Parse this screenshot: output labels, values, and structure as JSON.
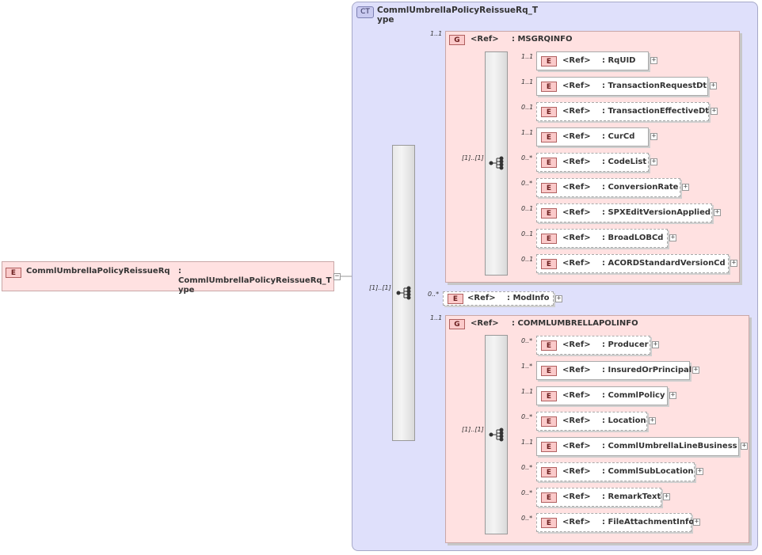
{
  "root": {
    "badge": "E",
    "name": "CommlUmbrellaPolicyReissueRq",
    "type_line1": ": CommlUmbrellaPolicyReissueRq_T",
    "type_line2": "ype",
    "expander": "−"
  },
  "complex_type": {
    "badge": "CT",
    "title_line1": "CommlUmbrellaPolicyReissueRq_T",
    "title_line2": "ype"
  },
  "outer_sequence": {
    "cardinality": "[1]..[1]"
  },
  "groups": [
    {
      "badge": "G",
      "ref": "<Ref>",
      "name": ": MSGRQINFO",
      "cardinality": "1..1",
      "sequence_cardinality": "[1]..[1]",
      "elements": [
        {
          "badge": "E",
          "ref": "<Ref>",
          "name": ": RqUID",
          "cardinality": "1..1",
          "optional": false,
          "expander": "+"
        },
        {
          "badge": "E",
          "ref": "<Ref>",
          "name": ": TransactionRequestDt",
          "cardinality": "1..1",
          "optional": false,
          "expander": "+"
        },
        {
          "badge": "E",
          "ref": "<Ref>",
          "name": ": TransactionEffectiveDt",
          "cardinality": "0..1",
          "optional": true,
          "expander": "+"
        },
        {
          "badge": "E",
          "ref": "<Ref>",
          "name": ": CurCd",
          "cardinality": "1..1",
          "optional": false,
          "expander": "+"
        },
        {
          "badge": "E",
          "ref": "<Ref>",
          "name": ": CodeList",
          "cardinality": "0..*",
          "optional": true,
          "expander": "+"
        },
        {
          "badge": "E",
          "ref": "<Ref>",
          "name": ": ConversionRate",
          "cardinality": "0..*",
          "optional": true,
          "expander": "+"
        },
        {
          "badge": "E",
          "ref": "<Ref>",
          "name": ": SPXEditVersionApplied",
          "cardinality": "0..1",
          "optional": true,
          "expander": "+"
        },
        {
          "badge": "E",
          "ref": "<Ref>",
          "name": ": BroadLOBCd",
          "cardinality": "0..1",
          "optional": true,
          "expander": "+"
        },
        {
          "badge": "E",
          "ref": "<Ref>",
          "name": ": ACORDStandardVersionCd",
          "cardinality": "0..1",
          "optional": true,
          "expander": "+"
        }
      ]
    },
    {
      "badge": "G",
      "ref": "<Ref>",
      "name": ": COMMLUMBRELLAPOLINFO",
      "cardinality": "1..1",
      "sequence_cardinality": "[1]..[1]",
      "elements": [
        {
          "badge": "E",
          "ref": "<Ref>",
          "name": ": Producer",
          "cardinality": "0..*",
          "optional": true,
          "expander": "+"
        },
        {
          "badge": "E",
          "ref": "<Ref>",
          "name": ": InsuredOrPrincipal",
          "cardinality": "1..*",
          "optional": false,
          "expander": "+"
        },
        {
          "badge": "E",
          "ref": "<Ref>",
          "name": ": CommlPolicy",
          "cardinality": "1..1",
          "optional": false,
          "expander": "+"
        },
        {
          "badge": "E",
          "ref": "<Ref>",
          "name": ": Location",
          "cardinality": "0..*",
          "optional": true,
          "expander": "+"
        },
        {
          "badge": "E",
          "ref": "<Ref>",
          "name": ": CommlUmbrellaLineBusiness",
          "cardinality": "1..1",
          "optional": false,
          "expander": "+"
        },
        {
          "badge": "E",
          "ref": "<Ref>",
          "name": ": CommlSubLocation",
          "cardinality": "0..*",
          "optional": true,
          "expander": "+"
        },
        {
          "badge": "E",
          "ref": "<Ref>",
          "name": ": RemarkText",
          "cardinality": "0..*",
          "optional": true,
          "expander": "+"
        },
        {
          "badge": "E",
          "ref": "<Ref>",
          "name": ": FileAttachmentInfo",
          "cardinality": "0..*",
          "optional": true,
          "expander": "+"
        }
      ]
    }
  ],
  "modinfo": {
    "badge": "E",
    "ref": "<Ref>",
    "name": ": ModInfo",
    "cardinality": "0..*",
    "optional": true,
    "expander": "+"
  },
  "colors": {
    "ct_fill": "#dfe0fb",
    "group_fill": "#ffe1e1",
    "badge_fill": "#fbcaca",
    "badge_border": "#b06060"
  }
}
